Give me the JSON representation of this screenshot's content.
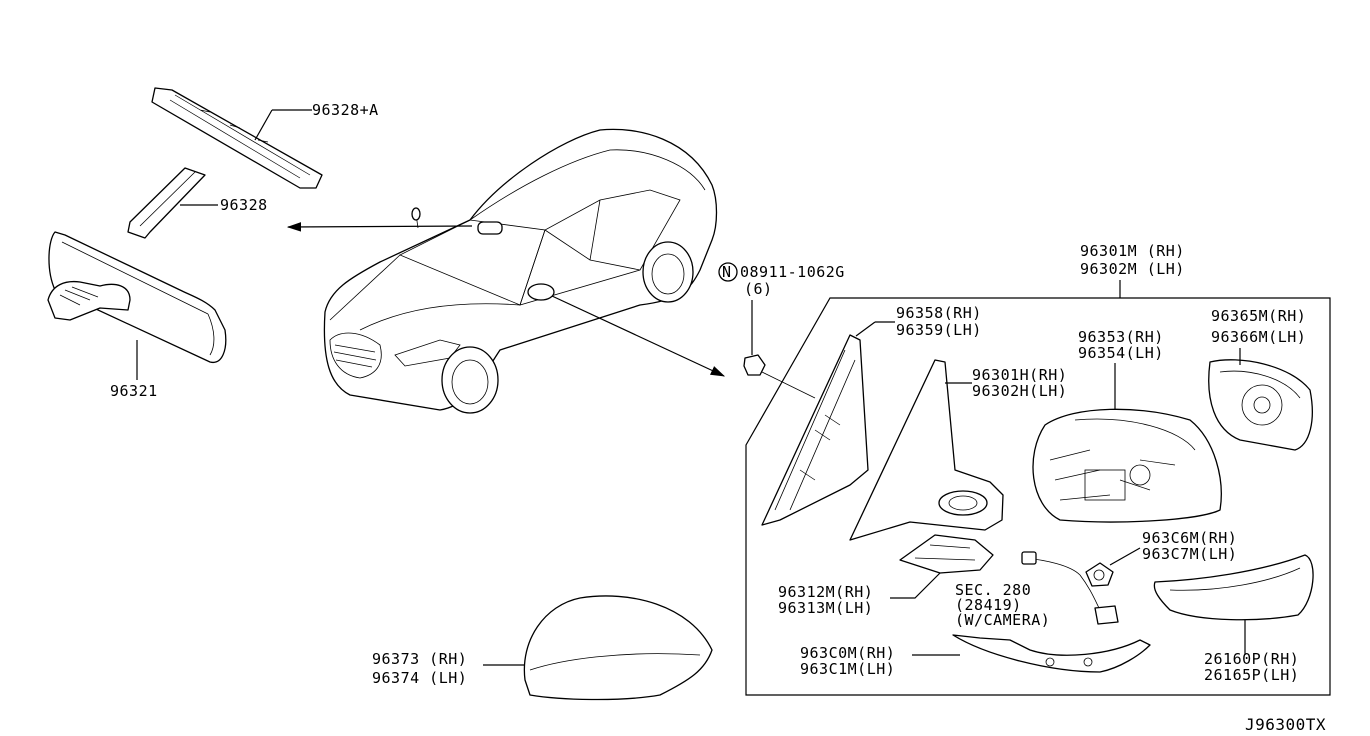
{
  "diagram_code": "J96300TX",
  "labels": {
    "bracket_a": "96328+A",
    "bracket": "96328",
    "inside_mirror": "96321",
    "nut_code": "08911-1062G",
    "nut_symbol": "N",
    "nut_qty": "(6)",
    "mirror_assy_rh": "96301M (RH)",
    "mirror_assy_lh": "96302M (LH)",
    "cover_inner_rh": "96358(RH)",
    "cover_inner_lh": "96359(LH)",
    "base_rh": "96301H(RH)",
    "base_lh": "96302H(LH)",
    "housing_rh": "96353(RH)",
    "housing_lh": "96354(LH)",
    "glass_rh": "96365M(RH)",
    "glass_lh": "96366M(LH)",
    "motor_rh": "963C6M(RH)",
    "motor_lh": "963C7M(LH)",
    "sec_ref": "SEC. 280",
    "sec_part": "(28419)",
    "sec_note": "(W/CAMERA)",
    "lower_cover_rh": "96312M(RH)",
    "lower_cover_lh": "96313M(LH)",
    "garnish_rh": "963C0M(RH)",
    "garnish_lh": "963C1M(LH)",
    "turn_lamp_rh": "26160P(RH)",
    "turn_lamp_lh": "26165P(LH)",
    "cap_rh": "96373 (RH)",
    "cap_lh": "96374 (LH)"
  }
}
